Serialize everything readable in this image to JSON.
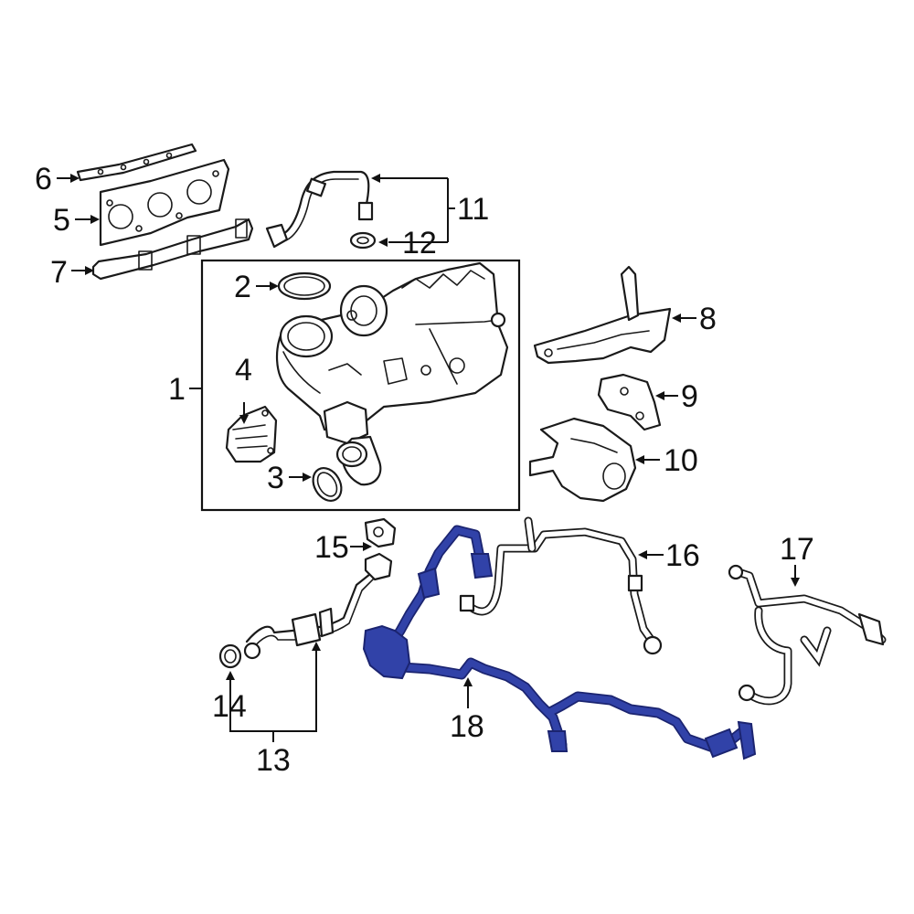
{
  "callouts": [
    {
      "id": "1",
      "label": "1"
    },
    {
      "id": "2",
      "label": "2"
    },
    {
      "id": "3",
      "label": "3"
    },
    {
      "id": "4",
      "label": "4"
    },
    {
      "id": "5",
      "label": "5"
    },
    {
      "id": "6",
      "label": "6"
    },
    {
      "id": "7",
      "label": "7"
    },
    {
      "id": "8",
      "label": "8"
    },
    {
      "id": "9",
      "label": "9"
    },
    {
      "id": "10",
      "label": "10"
    },
    {
      "id": "11",
      "label": "11"
    },
    {
      "id": "12",
      "label": "12"
    },
    {
      "id": "13",
      "label": "13"
    },
    {
      "id": "14",
      "label": "14"
    },
    {
      "id": "15",
      "label": "15"
    },
    {
      "id": "16",
      "label": "16"
    },
    {
      "id": "17",
      "label": "17"
    },
    {
      "id": "18",
      "label": "18"
    }
  ],
  "colors": {
    "line": "#1a1a1a",
    "highlight_fill": "#3142a8",
    "highlight_stroke": "#1b2470",
    "background": "#ffffff"
  },
  "highlighted_part": "18"
}
